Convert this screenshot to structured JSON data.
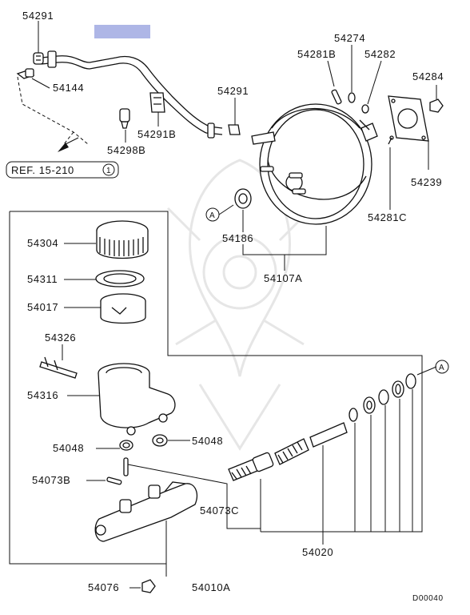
{
  "diagram_code": "D00040",
  "reference": {
    "text": "REF. 15-210",
    "circled": "1"
  },
  "view_marker": "A",
  "highlight_color": "#aeb6e6",
  "labels": {
    "p54291_top": "54291",
    "p54144": "54144",
    "p54291b": "54291B",
    "p54298b": "54298B",
    "p54291_mid": "54291",
    "p54274": "54274",
    "p54281b": "54281B",
    "p54282": "54282",
    "p54284": "54284",
    "p54239": "54239",
    "p54281c": "54281C",
    "p54186": "54186",
    "p54107a": "54107A",
    "p54304": "54304",
    "p54311": "54311",
    "p54017": "54017",
    "p54326": "54326",
    "p54316": "54316",
    "p54048_l": "54048",
    "p54048_r": "54048",
    "p54073b": "54073B",
    "p54073c": "54073C",
    "p54020": "54020",
    "p54076": "54076",
    "p54010a": "54010A"
  }
}
